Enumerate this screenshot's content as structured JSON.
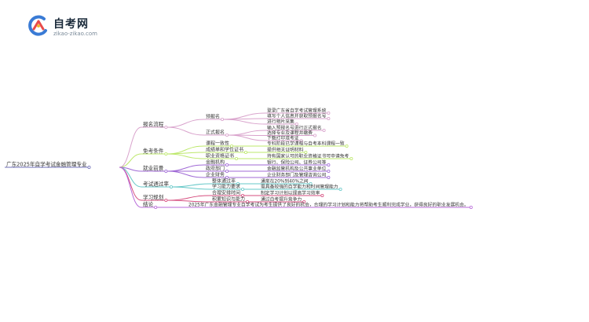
{
  "logo": {
    "brand": "自考网",
    "domain": "zikao-zikao.com"
  },
  "colors": {
    "root": "#6f6fb8",
    "b1": "#d9a3cc",
    "b2": "#bde86b",
    "b3": "#a06ad6",
    "b4": "#66c8c8",
    "b5": "#d64e7f",
    "b6": "#b86ad9",
    "b7": "#d9c2ea"
  },
  "mindmap": {
    "root": "广东2025年自学考试金融管理专业",
    "branches": [
      {
        "label": "报名流程",
        "children": [
          {
            "label": "预报名",
            "children": [
              "登录广东省自学考试管理系统",
              "填写个人信息并获取预报名号",
              "进行相片采集"
            ]
          },
          {
            "label": "正式报名",
            "children": [
              "输入预报名号进行正式报名",
              "选择专业及课程并缴费",
              "下载打印准考证"
            ]
          }
        ]
      },
      {
        "label": "免考条件",
        "children": [
          {
            "label": "课程一致性",
            "children": [
              "专科阶段已学课程与自考本科课程一致"
            ]
          },
          {
            "label": "成绩单和学位证书",
            "children": [
              "提供相关证明材料"
            ]
          },
          {
            "label": "职业资格证书",
            "children": [
              "持有国家认可的职业资格证书可申请免考"
            ]
          }
        ]
      },
      {
        "label": "就业前景",
        "children": [
          {
            "label": "金融机构",
            "children": [
              "银行、保险公司、证券公司等"
            ]
          },
          {
            "label": "政府部门",
            "children": [
              "金融监管机构及公共事业单位"
            ]
          },
          {
            "label": "企业财务",
            "children": [
              "企业财务部门及管理咨询公司"
            ]
          }
        ]
      },
      {
        "label": "考试通过率",
        "children": [
          {
            "label": "整体通过率",
            "children": [
              "通常在20%到40%之间"
            ]
          },
          {
            "label": "学习能力要求",
            "children": [
              "需具备较强的自学能力和时间管理能力"
            ]
          }
        ]
      },
      {
        "label": "学习规划",
        "children": [
          {
            "label": "合理安排时间",
            "children": [
              "制定学习计划以提高学习效率"
            ]
          },
          {
            "label": "积累知识与能力",
            "children": [
              "通过自考提升竞争力"
            ]
          }
        ]
      },
      {
        "label": "结论",
        "children": [
          {
            "label": "2025年广东金融管理专业自学考试为考生提供了良好的机会，合理的学习计划和能力将帮助考生顺利完成学业，获得良好的职业发展机会。",
            "children": []
          }
        ]
      }
    ]
  }
}
